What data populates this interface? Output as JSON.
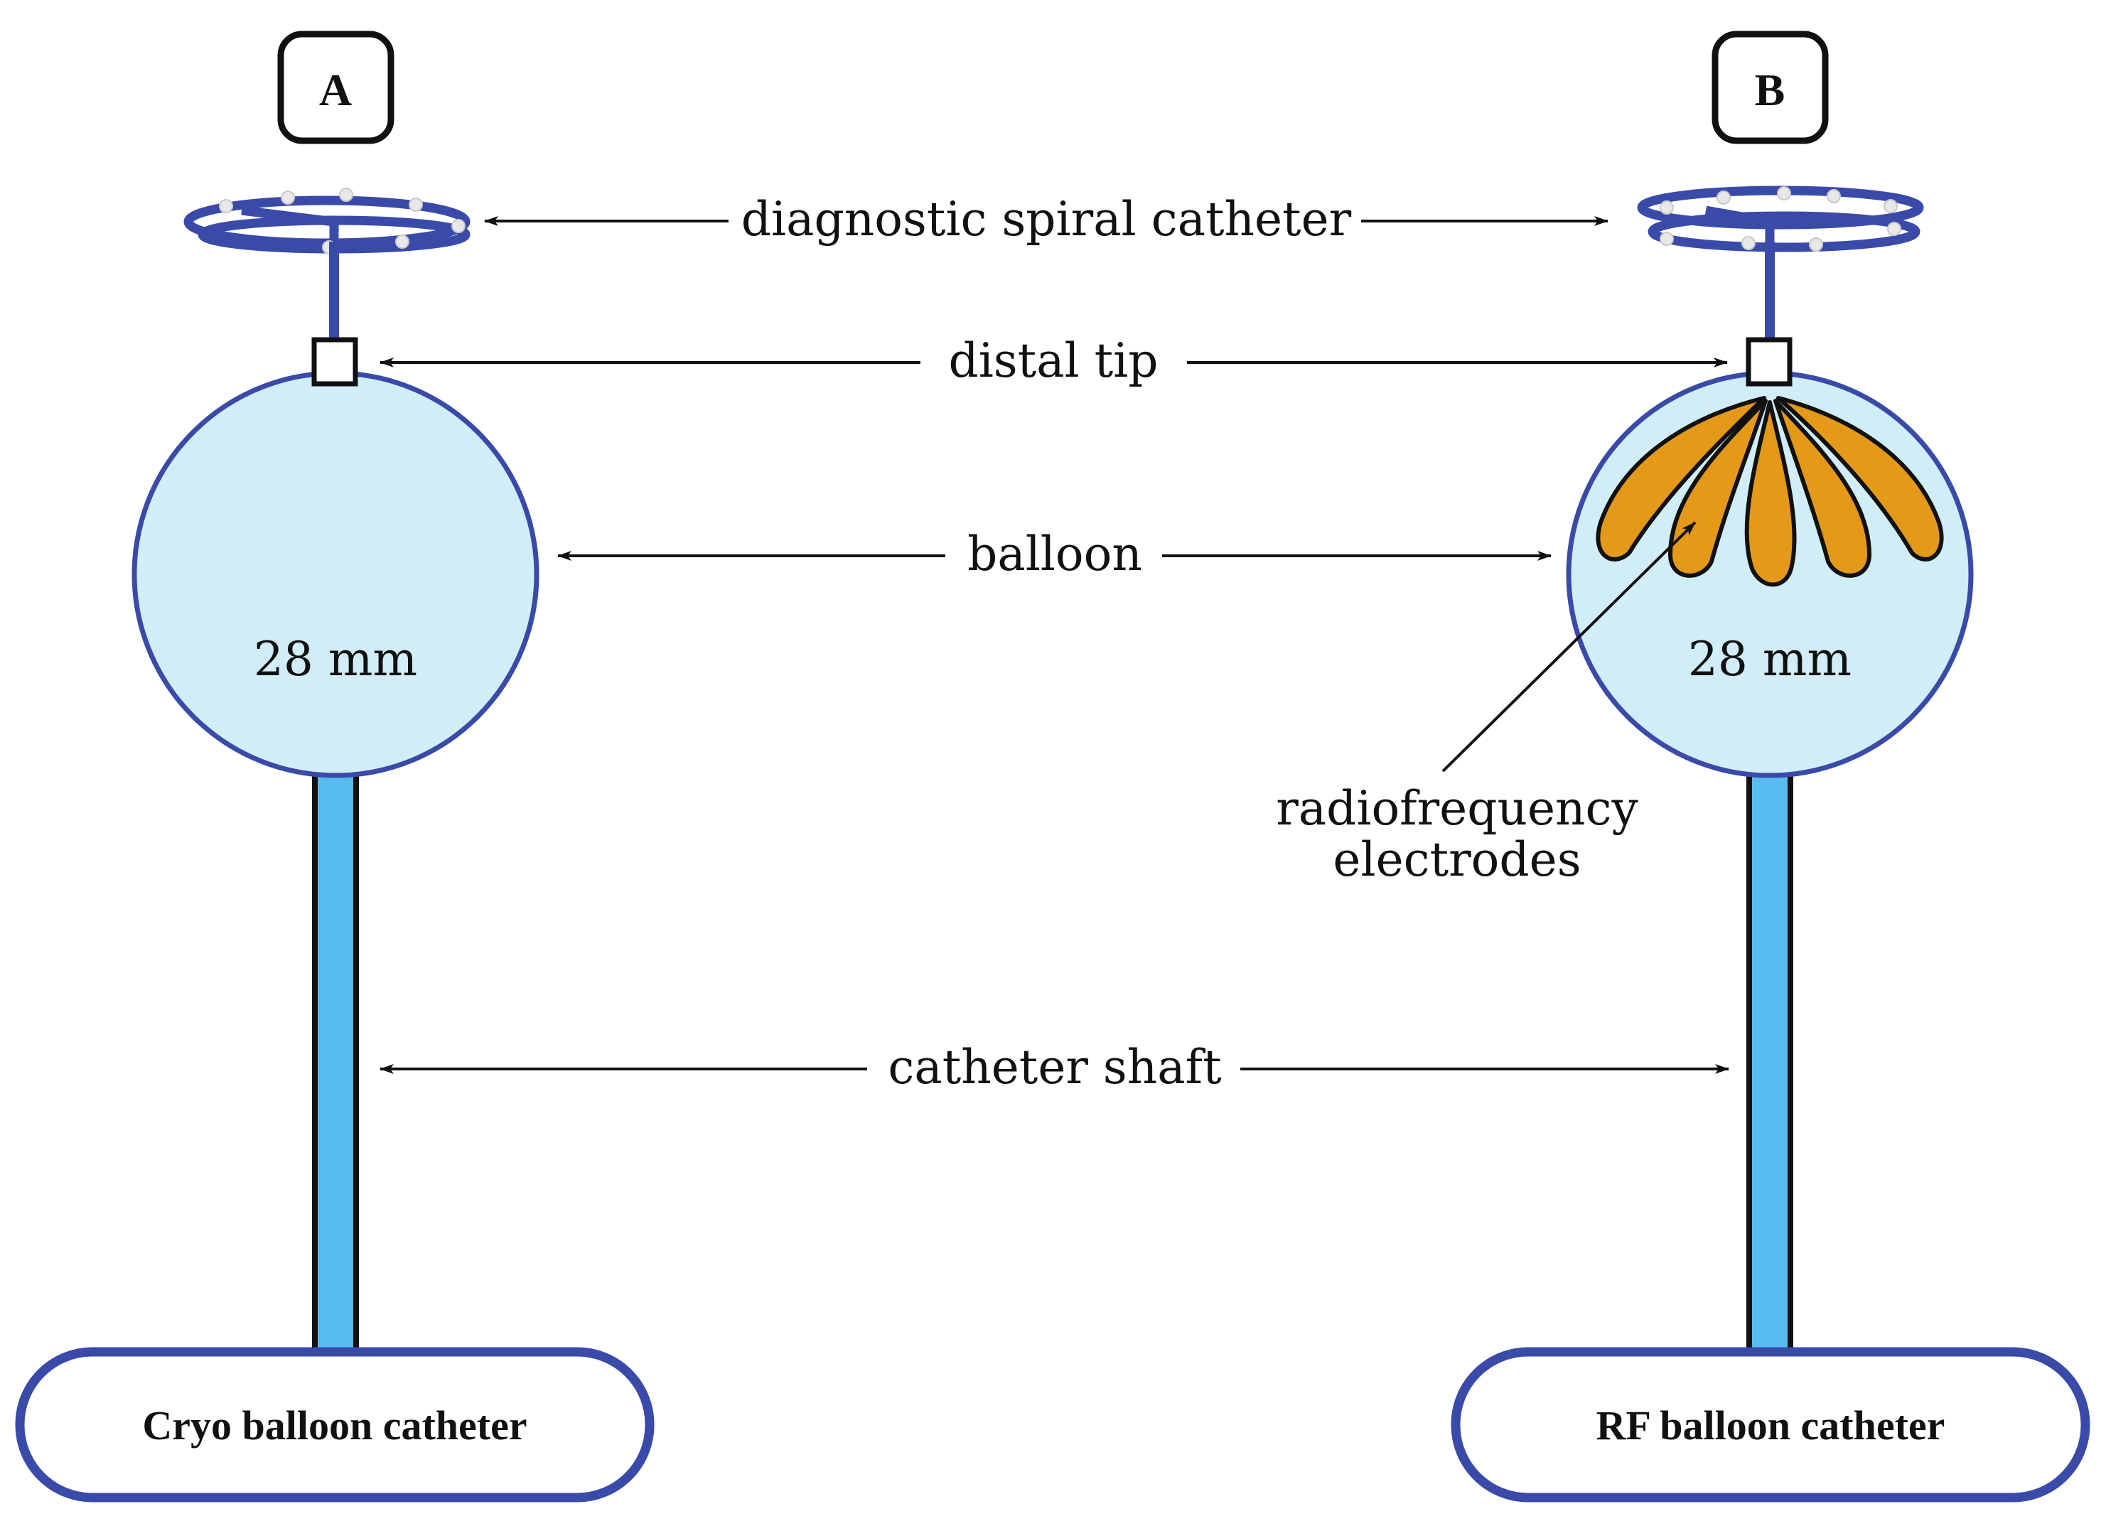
{
  "panels": {
    "left": {
      "badge": "A",
      "size_label": "28 mm",
      "name": "Cryo balloon catheter"
    },
    "right": {
      "badge": "B",
      "size_label": "28 mm",
      "name": "RF balloon catheter"
    }
  },
  "labels": {
    "spiral": "diagnostic spiral catheter",
    "tip": "distal tip",
    "balloon": "balloon",
    "electrodes_line1": "radiofrequency",
    "electrodes_line2": "electrodes",
    "shaft": "catheter shaft"
  },
  "colors": {
    "outline_blue": "#3a4aa8",
    "balloon_fill": "#d1edf7",
    "shaft_fill": "#56bdee",
    "electrode_fill": "#e49a18",
    "ink": "#111111"
  }
}
